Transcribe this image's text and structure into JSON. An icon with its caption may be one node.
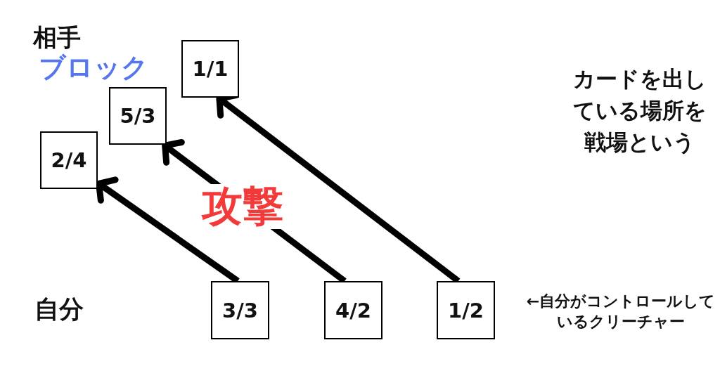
{
  "diagram": {
    "nodes": [
      {
        "text": [
          "1/1"
        ]
      },
      {
        "text": [
          "5/3"
        ]
      },
      {
        "text": [
          "2/4"
        ]
      },
      {
        "text": [
          "3/3"
        ]
      },
      {
        "text": [
          "4/2"
        ]
      },
      {
        "text": [
          "1/2"
        ]
      }
    ],
    "edges": [
      {
        "from": 3,
        "to": 2,
        "arrow": "to"
      },
      {
        "from": 4,
        "to": 1,
        "arrow": "to",
        "label": "攻撃"
      },
      {
        "from": 5,
        "to": 0,
        "arrow": "to"
      }
    ],
    "labels": [
      "相手",
      "ブロック",
      "カードを出している場所を戦場という",
      "自分",
      "←自分がコントロールしているクリーチャー"
    ]
  }
}
